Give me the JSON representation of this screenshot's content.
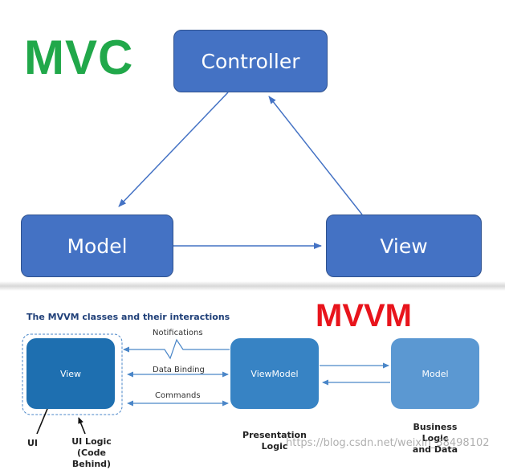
{
  "mvc": {
    "title": "MVC",
    "controller": "Controller",
    "model": "Model",
    "view": "View",
    "colors": {
      "box": "#4472c4",
      "title": "#21a84a",
      "arrow": "#4472c4"
    }
  },
  "mvvm": {
    "heading": "The MVVM classes and their interactions",
    "title": "MVVM",
    "view": "View",
    "viewmodel": "ViewModel",
    "model": "Model",
    "notifications": "Notifications",
    "data_binding": "Data Binding",
    "commands": "Commands",
    "ui": "UI",
    "ui_logic": [
      "UI Logic",
      "(Code Behind)"
    ],
    "presentation_logic": [
      "Presentation",
      "Logic"
    ],
    "business_logic": [
      "Business",
      "Logic",
      "and Data"
    ],
    "colors": {
      "title": "#e8141c",
      "heading": "#1f3f78",
      "view": "#1e6fb0",
      "viewmodel": "#3783c4",
      "model": "#5b98d2"
    }
  },
  "watermark": "https://blog.csdn.net/weixin_38498102"
}
